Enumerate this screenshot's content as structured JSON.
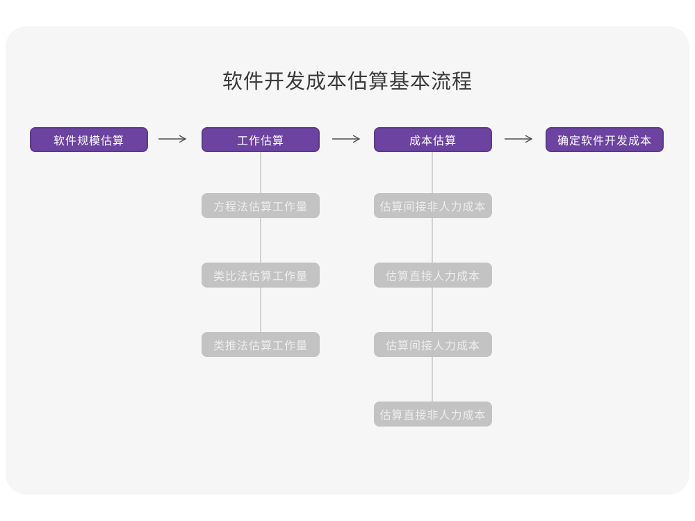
{
  "title": "软件开发成本估算基本流程",
  "colors": {
    "canvas": "#ffffff",
    "card_background": "#f6f6f6",
    "primary_node_fill": "#6c43a0",
    "primary_node_border": "#5d3a8c",
    "primary_node_text": "#ffffff",
    "secondary_node_fill": "#c3c3c3",
    "secondary_node_text": "#ededed",
    "connector_line": "#d2d2d2",
    "arrow": "#4d4d4d",
    "title_text": "#3a3a3a"
  },
  "flow": {
    "main_steps": [
      {
        "label": "软件规模估算"
      },
      {
        "label": "工作估算"
      },
      {
        "label": "成本估算"
      },
      {
        "label": "确定软件开发成本"
      }
    ],
    "work_estimation_substeps": [
      {
        "label": "方程法估算工作量"
      },
      {
        "label": "类比法估算工作量"
      },
      {
        "label": "类推法估算工作量"
      }
    ],
    "cost_estimation_substeps": [
      {
        "label": "估算间接非人力成本"
      },
      {
        "label": "估算直接人力成本"
      },
      {
        "label": "估算间接人力成本"
      },
      {
        "label": "估算直接非人力成本"
      }
    ]
  }
}
